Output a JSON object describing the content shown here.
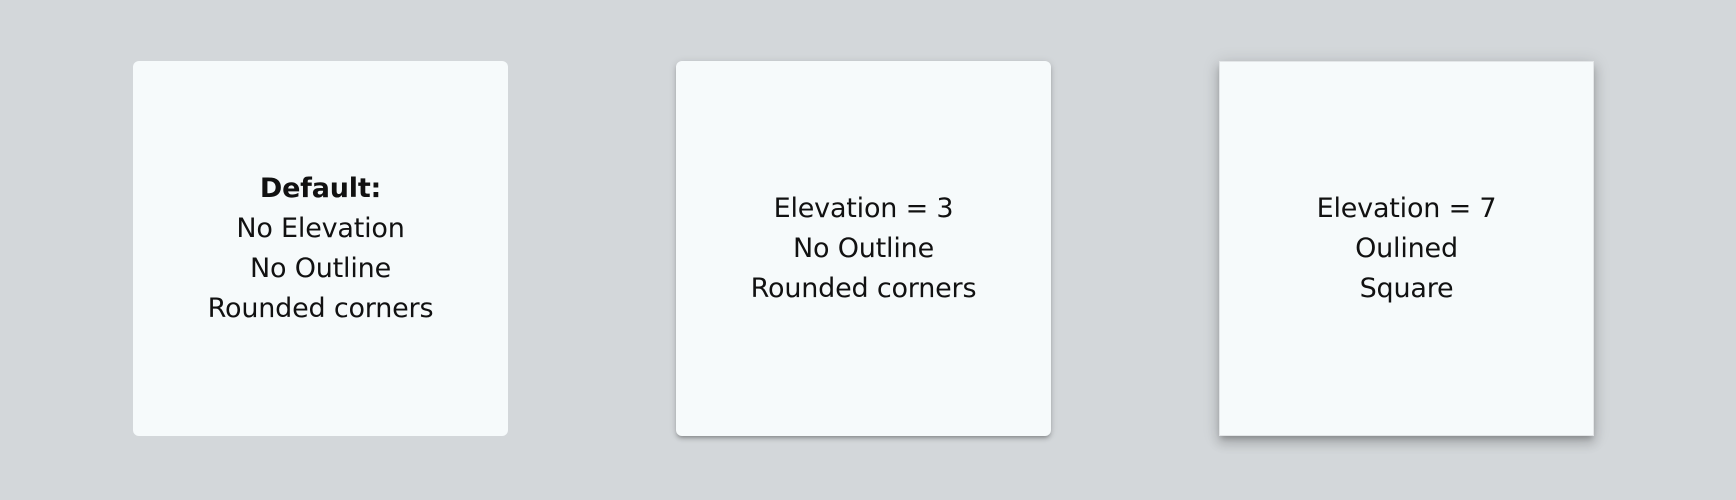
{
  "cards": [
    {
      "heading": "Default:",
      "lines": [
        "No Elevation",
        "No Outline",
        "Rounded corners"
      ]
    },
    {
      "lines": [
        "Elevation = 3",
        "No Outline",
        "Rounded corners"
      ]
    },
    {
      "lines": [
        "Elevation = 7",
        "Oulined",
        "Square"
      ]
    }
  ],
  "colors": {
    "page_background": "#d3d7da",
    "card_background": "#f6fafb",
    "text": "#111111"
  }
}
